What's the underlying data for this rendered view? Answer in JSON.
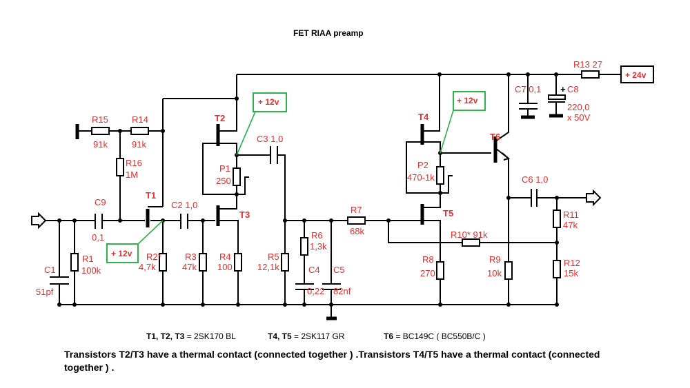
{
  "title": "FET  RIAA  preamp",
  "colors": {
    "label": "#ee2b2b",
    "callout": "#2db34a",
    "wire": "#000000"
  },
  "supply": {
    "main": "+ 24v",
    "local": "+ 12v"
  },
  "components": {
    "R1": {
      "name": "R1",
      "value": "100k"
    },
    "R2": {
      "name": "R2*",
      "value": "4,7k"
    },
    "R3": {
      "name": "R3",
      "value": "47k"
    },
    "R4": {
      "name": "R4",
      "value": "100"
    },
    "R5": {
      "name": "R5",
      "value": "12,1k"
    },
    "R6": {
      "name": "R6",
      "value": "1,3k"
    },
    "R7": {
      "name": "R7",
      "value": "68k"
    },
    "R8": {
      "name": "R8",
      "value": "270"
    },
    "R9": {
      "name": "R9",
      "value": "10k"
    },
    "R10": {
      "label": "R10* 91k"
    },
    "R11": {
      "name": "R11",
      "value": "47k"
    },
    "R12": {
      "name": "R12",
      "value": "15k"
    },
    "R13": {
      "label": "R13  27"
    },
    "R14": {
      "name": "R14",
      "value": "91k"
    },
    "R15": {
      "name": "R15",
      "value": "91k"
    },
    "R16": {
      "name": "R16",
      "value": "1M"
    },
    "P1": {
      "name": "P1",
      "value": "250"
    },
    "P2": {
      "name": "P2",
      "value": "470-1k"
    },
    "C1": {
      "name": "C1",
      "value": "51pf"
    },
    "C2": {
      "label": "C2  1,0"
    },
    "C3": {
      "label": "C3  1,0"
    },
    "C4": {
      "name": "C4",
      "value": "0,22"
    },
    "C5": {
      "name": "C5",
      "value": "82nf"
    },
    "C6": {
      "label": "C6  1,0"
    },
    "C7": {
      "label": "C7  0,1"
    },
    "C8": {
      "name": "C8",
      "value": "220,0",
      "rating": "x 50V",
      "polarity": "+"
    },
    "C9": {
      "name": "C9",
      "value": "0,1"
    },
    "T1": "T1",
    "T2": "T2",
    "T3": "T3",
    "T4": "T4",
    "T5": "T5",
    "T6": "T6"
  },
  "parts_list": [
    {
      "refs": "T1, T2, T3",
      "eq": " = ",
      "part": "2SK170 BL"
    },
    {
      "refs": "T4, T5",
      "eq": " = ",
      "part": "2SK117 GR"
    },
    {
      "refs": "T6",
      "eq": " = ",
      "part": "BC149C ( BC550B/C )"
    }
  ],
  "note": "Transistors T2/T3 have a thermal contact (connected together ) .Transistors T4/T5 have a thermal contact (connected together ) ."
}
